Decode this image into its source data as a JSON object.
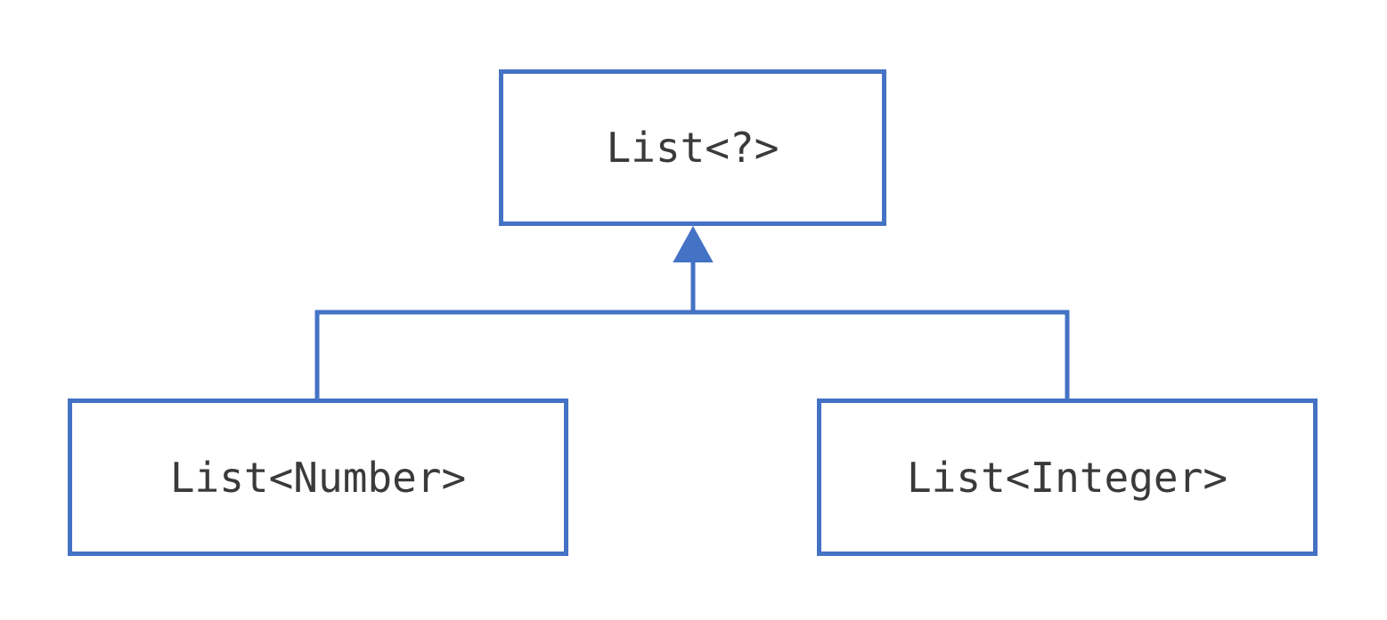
{
  "diagram": {
    "parent": {
      "label": "List<?>"
    },
    "children": [
      {
        "label": "List<Number>"
      },
      {
        "label": "List<Integer>"
      }
    ],
    "relation": "inheritance",
    "colors": {
      "stroke": "#4472c4",
      "text": "#3a3a3a",
      "background": "#ffffff"
    }
  }
}
